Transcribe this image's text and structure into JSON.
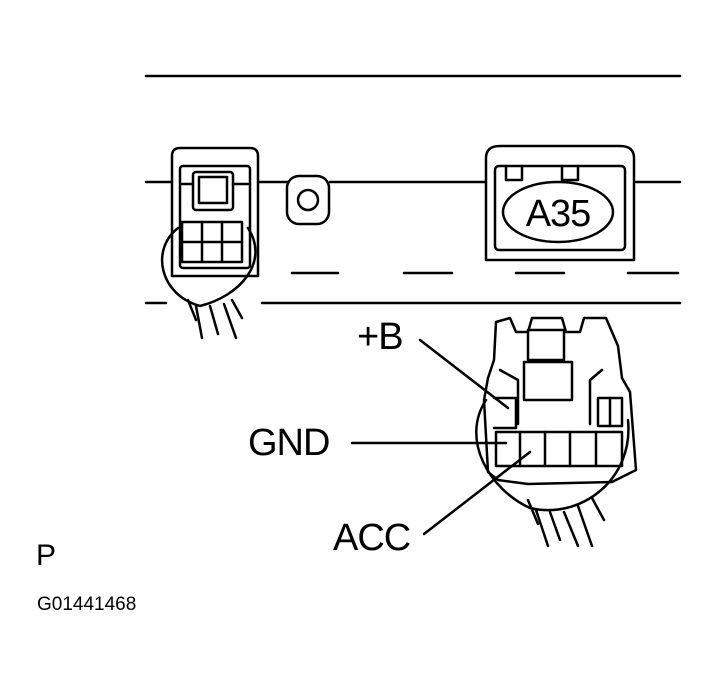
{
  "connector": {
    "id": "A35"
  },
  "callouts": {
    "plus_b": "+B",
    "gnd": "GND",
    "acc": "ACC"
  },
  "view_marker": "P",
  "figure_number": "G01441468"
}
